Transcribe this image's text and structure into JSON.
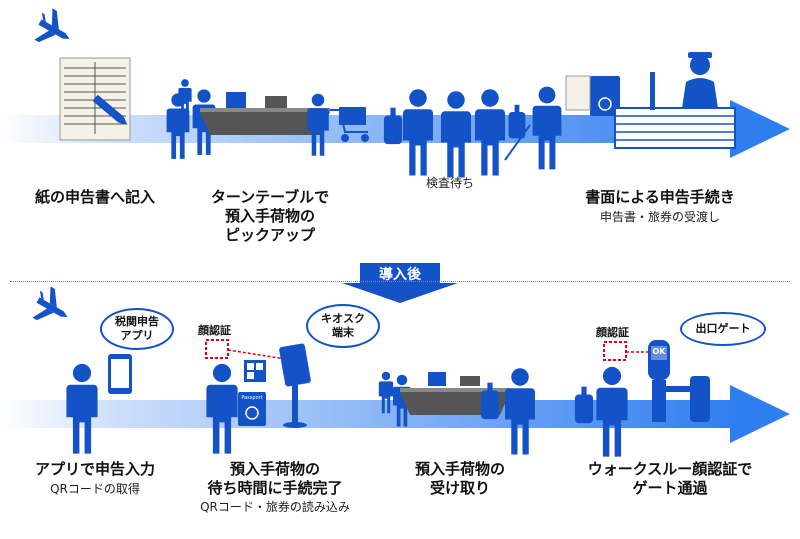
{
  "colors": {
    "accent_blue": "#1452c8",
    "arrow_blue": "#2f7ef0",
    "alert_red": "#e0001b"
  },
  "before": {
    "steps": [
      {
        "label": "紙の申告書へ記入"
      },
      {
        "label": "ターンテーブルで\n預入手荷物の\nピックアップ"
      },
      {
        "label": "",
        "note": "検査待ち"
      },
      {
        "label": "書面による申告手続き",
        "sub": "申告書・旅券の受渡し"
      }
    ]
  },
  "transition": {
    "label": "導入後"
  },
  "after": {
    "bubbles": {
      "app": "税関申告\nアプリ",
      "kiosk": "キオスク\n端末",
      "exit_gate": "出口ゲート"
    },
    "face_labels": [
      "顔認証",
      "顔認証"
    ],
    "passport_text": "Passport",
    "ok_text": "OK",
    "steps": [
      {
        "label": "アプリで申告入力",
        "sub": "QRコードの取得"
      },
      {
        "label": "預入手荷物の\n待ち時間に手続完了",
        "sub": "QRコード・旅券の読み込み"
      },
      {
        "label": "預入手荷物の\n受け取り"
      },
      {
        "label": "ウォークスルー顔認証で\nゲート通過"
      }
    ]
  },
  "icons": [
    "plane-icon",
    "form-document-icon",
    "pen-icon",
    "person-icon",
    "luggage-cart-icon",
    "conveyor-belt-icon",
    "family-icon",
    "customs-officer-icon",
    "passport-icon",
    "smartphone-icon",
    "kiosk-icon",
    "qr-code-icon",
    "gate-icon",
    "suitcase-icon"
  ]
}
